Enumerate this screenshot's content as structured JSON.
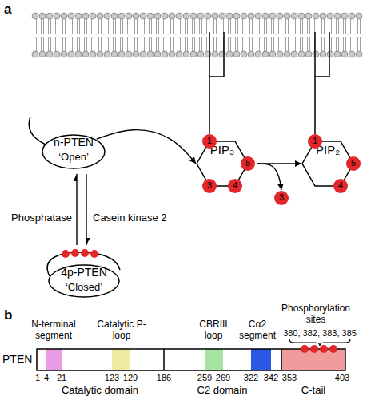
{
  "diagram": {
    "nodes": [
      {
        "text": [
          "n-PTEN",
          "‘Open’"
        ]
      },
      {
        "text": [
          "PIP₃"
        ]
      },
      {
        "text": [
          "1"
        ]
      },
      {
        "text": [
          "3"
        ]
      },
      {
        "text": [
          "4"
        ]
      },
      {
        "text": [
          "5"
        ]
      },
      {
        "text": [
          "PIP₂"
        ]
      },
      {
        "text": [
          "1"
        ]
      },
      {
        "text": [
          "4"
        ]
      },
      {
        "text": [
          "5"
        ]
      },
      {
        "text": [
          "3"
        ]
      },
      {
        "text": [
          "4p-PTEN",
          "‘Closed’"
        ]
      }
    ],
    "edges": [
      {
        "from": 0,
        "to": 1,
        "arrow": "to"
      },
      {
        "from": 1,
        "to": 6,
        "arrow": "to"
      },
      {
        "from": 1,
        "to": 10,
        "arrow": "to"
      },
      {
        "from": 0,
        "to": 11,
        "arrow": "to"
      },
      {
        "from": 11,
        "to": 0,
        "arrow": "to"
      }
    ],
    "labels": [
      "a",
      "Phosphatase",
      "Casein kinase 2",
      "b",
      "PTEN",
      "N-terminal segment",
      "Catalytic P-loop",
      "CBRIII loop",
      "Cα2 segment",
      "Phosphorylation sites",
      "380, 382, 383, 385",
      "1",
      "4",
      "21",
      "123",
      "129",
      "186",
      "259",
      "269",
      "322",
      "342",
      "353",
      "403",
      "Catalytic domain",
      "C2 domain",
      "C-tail"
    ]
  }
}
